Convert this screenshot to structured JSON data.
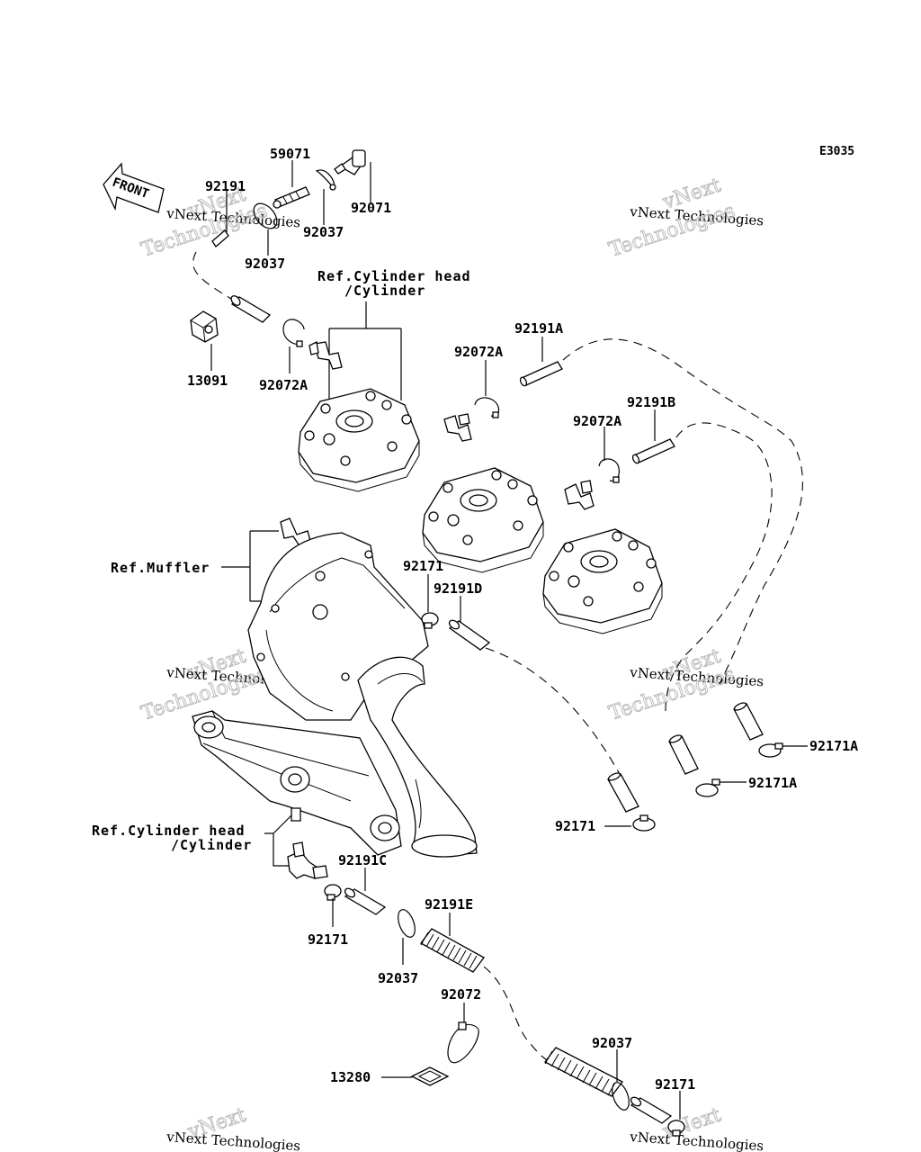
{
  "diagram_code": "E3035",
  "front_label": "FRONT",
  "watermark": {
    "line1": "vNext Technologies",
    "line2": "Technologies",
    "line3": "vNext"
  },
  "refs": {
    "cyl_head_top_1": "Ref.Cylinder head",
    "cyl_head_top_2": "/Cylinder",
    "muffler": "Ref.Muffler",
    "cyl_head_bottom_1": "Ref.Cylinder head",
    "cyl_head_bottom_2": "/Cylinder"
  },
  "parts": {
    "p59071": "59071",
    "p92191": "92191",
    "p92071": "92071",
    "p92037_a": "92037",
    "p92037_b": "92037",
    "p13091": "13091",
    "p92072A_a": "92072A",
    "p92191A": "92191A",
    "p92072A_b": "92072A",
    "p92191B": "92191B",
    "p92072A_c": "92072A",
    "p92171_a": "92171",
    "p92191D": "92191D",
    "p92171A_a": "92171A",
    "p92171A_b": "92171A",
    "p92171_b": "92171",
    "p92191C": "92191C",
    "p92171_c": "92171",
    "p92191E": "92191E",
    "p92037_c": "92037",
    "p92072": "92072",
    "p92037_d": "92037",
    "p13280": "13280",
    "p92171_d": "92171"
  }
}
